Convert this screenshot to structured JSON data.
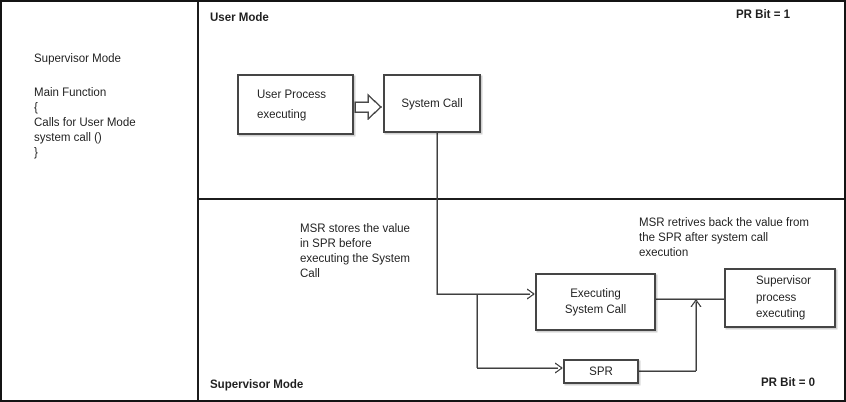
{
  "regions": {
    "user_mode_label": "User Mode",
    "supervisor_mode_label": "Supervisor Mode",
    "pr_bit_user": "PR Bit = 1",
    "pr_bit_supervisor": "PR Bit = 0"
  },
  "left_panel": {
    "mode_label": "Supervisor Mode",
    "code_block": "Main Function\n{\nCalls for User Mode\nsystem call ()\n}"
  },
  "boxes": {
    "user_process": "User Process\nexecuting",
    "system_call": "System Call",
    "executing_system_call": "Executing\nSystem Call",
    "supervisor_process": "Supervisor\nprocess\nexecuting",
    "spr": "SPR"
  },
  "annotations": {
    "msr_stores": "MSR stores the value\nin SPR before\nexecuting the System\nCall",
    "msr_retrieves": "MSR retrives back the value from\nthe SPR after system call\nexecution"
  },
  "colors": {
    "connector": "#3f3f3f",
    "divider": "#1c1c1c",
    "frame": "#141414",
    "text": "#1f1f1f"
  }
}
